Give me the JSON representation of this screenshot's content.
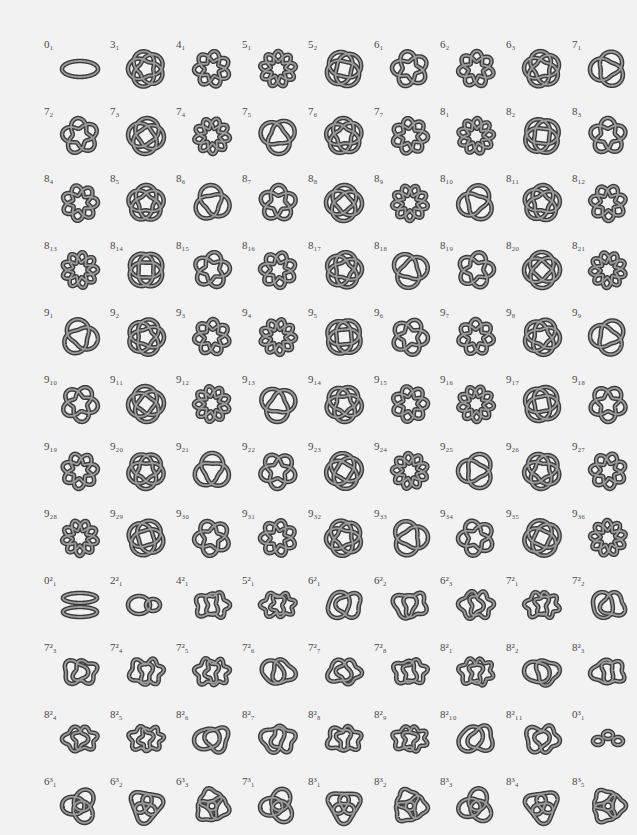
{
  "diagram": {
    "labels": [
      "0₁",
      "3₁",
      "4₁",
      "5₁",
      "5₂",
      "6₁",
      "6₂",
      "6₃",
      "7₁",
      "7₂",
      "7₃",
      "7₄",
      "7₅",
      "7₆",
      "7₇",
      "8₁",
      "8₂",
      "8₃",
      "8₄",
      "8₅",
      "8₆",
      "8₇",
      "8₈",
      "8₉",
      "8₁₀",
      "8₁₁",
      "8₁₂",
      "8₁₃",
      "8₁₄",
      "8₁₅",
      "8₁₆",
      "8₁₇",
      "8₁₈",
      "8₁₉",
      "8₂₀",
      "8₂₁",
      "9₁",
      "9₂",
      "9₃",
      "9₄",
      "9₅",
      "9₆",
      "9₇",
      "9₈",
      "9₉",
      "9₁₀",
      "9₁₁",
      "9₁₂",
      "9₁₃",
      "9₁₄",
      "9₁₅",
      "9₁₆",
      "9₁₇",
      "9₁₈",
      "9₁₉",
      "9₂₀",
      "9₂₁",
      "9₂₂",
      "9₂₃",
      "9₂₄",
      "9₂₅",
      "9₂₆",
      "9₂₇",
      "9₂₈",
      "9₂₉",
      "9₃₀",
      "9₃₁",
      "9₃₂",
      "9₃₃",
      "9₃₄",
      "9₃₅",
      "9₃₆",
      "0²₁",
      "2²₁",
      "4²₁",
      "5²₁",
      "6²₁",
      "6²₂",
      "6²₃",
      "7²₁",
      "7²₂",
      "7²₃",
      "7²₄",
      "7²₅",
      "7²₆",
      "7²₇",
      "7²₈",
      "8²₁",
      "8²₂",
      "8²₃",
      "8²₄",
      "8²₅",
      "8²₆",
      "8²₇",
      "8²₈",
      "8²₉",
      "8²₁₀",
      "8²₁₁",
      "0³₁",
      "6³₁",
      "6³₂",
      "6³₃",
      "7³₁",
      "8³₁",
      "8³₂",
      "8³₃",
      "8³₄",
      "8³₅"
    ]
  }
}
